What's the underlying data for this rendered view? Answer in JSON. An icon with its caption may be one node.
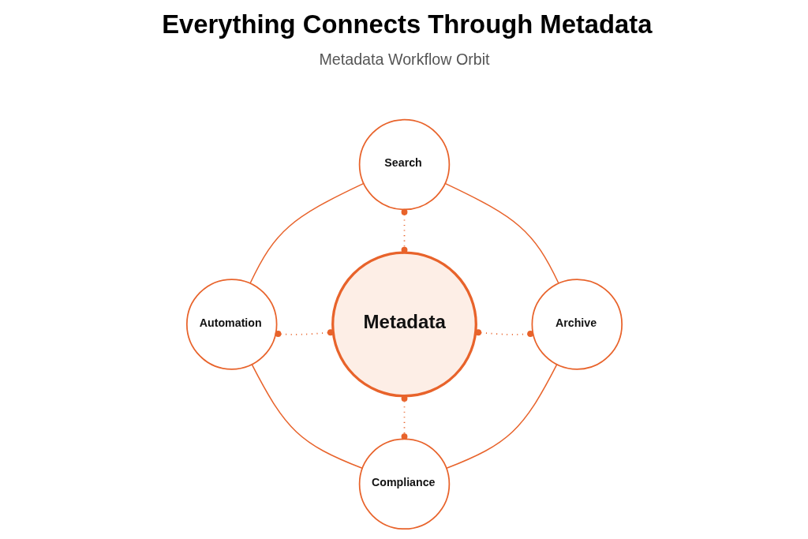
{
  "diagram": {
    "title": "Everything Connects Through Metadata",
    "nodes": [
      {
        "text": [
          "Search"
        ]
      },
      {
        "text": [
          "Automation"
        ]
      },
      {
        "text": [
          "Metadata"
        ]
      },
      {
        "text": [
          "Archive"
        ]
      },
      {
        "text": [
          "Compliance"
        ]
      }
    ],
    "edges": [
      {
        "from": 0,
        "to": 2,
        "arrow": "other",
        "style": "dashed"
      },
      {
        "from": 1,
        "to": 2,
        "arrow": "other",
        "style": "dashed"
      },
      {
        "from": 2,
        "to": 3,
        "arrow": "other",
        "style": "dashed"
      },
      {
        "from": 2,
        "to": 4,
        "arrow": "other",
        "style": "dashed"
      },
      {
        "from": 0,
        "to": 3,
        "arrow": "none"
      },
      {
        "from": 3,
        "to": 4,
        "arrow": "none"
      },
      {
        "from": 1,
        "to": 4,
        "arrow": "none"
      },
      {
        "from": 0,
        "to": 1,
        "arrow": "none"
      }
    ],
    "labels": [
      "Metadata Workflow Orbit"
    ]
  }
}
